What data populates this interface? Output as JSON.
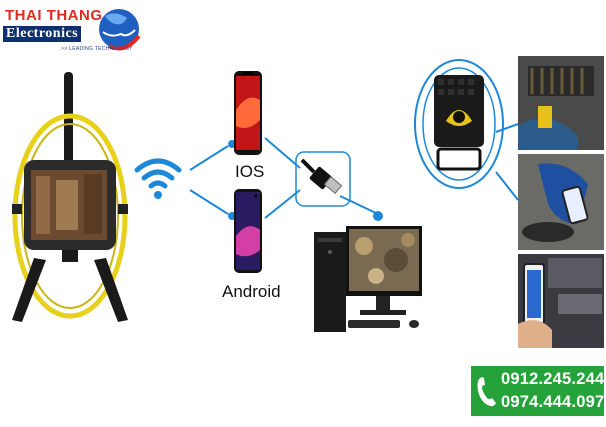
{
  "logo": {
    "line1": "THAI THANG",
    "line2": "Electronics",
    "tagline": ">> LEADING TECHNOLOGY",
    "globe_icon": "globe-swoosh-icon"
  },
  "labels": {
    "ios": "IOS",
    "android": "Android"
  },
  "contact": {
    "phone_icon": "phone-handset-icon",
    "phone_1": "0912.245.244",
    "phone_2": "0974.444.097"
  },
  "icons": {
    "wifi": "wifi-icon",
    "usb": "usb-cable-icon"
  },
  "colors": {
    "brand_red": "#e02b20",
    "brand_blue": "#0f2f6e",
    "connector_blue": "#1e88d8",
    "contact_green": "#25a33a",
    "cable_yellow": "#e8d11a"
  }
}
